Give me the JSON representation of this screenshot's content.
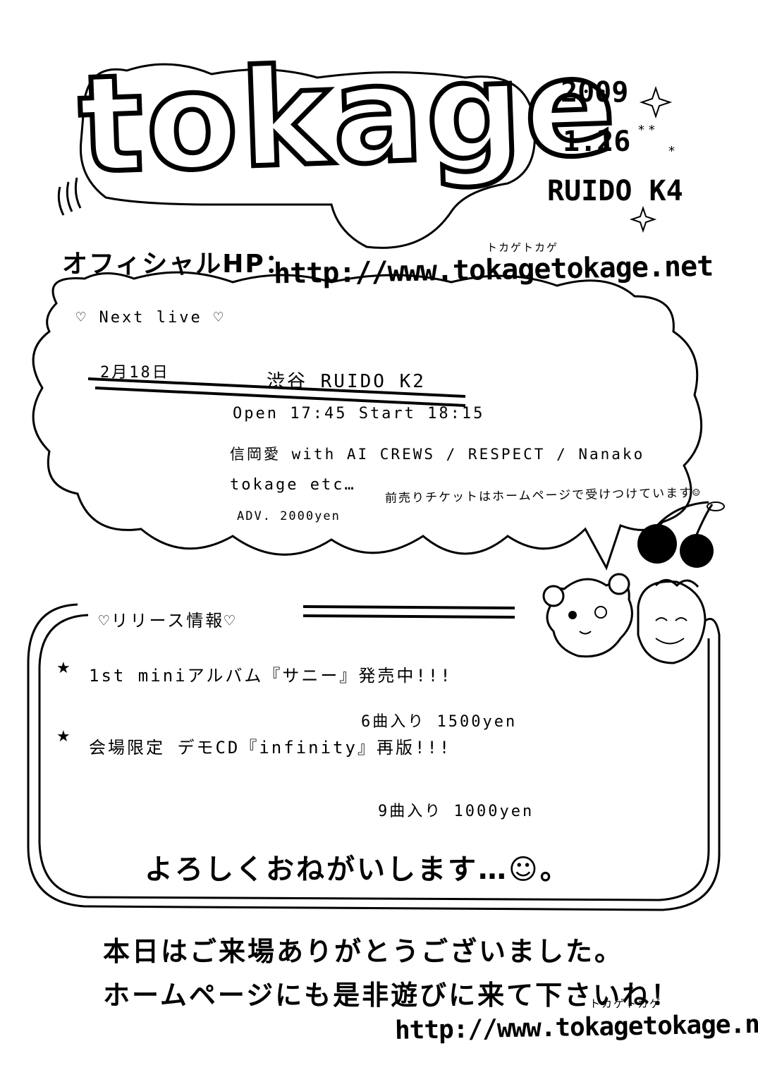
{
  "header": {
    "logo_text": "tokage",
    "year": "2009",
    "date": "1.26",
    "venue": "RUIDO K4"
  },
  "official_hp": {
    "label": "オフィシャルHP：",
    "url": "http://www.tokagetokage.net",
    "ruby": "トカゲトカゲ"
  },
  "next_live": {
    "heading": "♡ Next live ♡",
    "date": "2月18日",
    "venue": "渋谷 RUIDO K2",
    "times": "Open 17:45  Start 18:15",
    "lineup_line1": "信岡愛 with AI CREWS / RESPECT / Nanako",
    "lineup_line2": "tokage etc…",
    "price": "ADV. 2000yen",
    "ticket_note": "前売りチケットはホームページで受けつけています☺"
  },
  "release": {
    "heading": "♡リリース情報♡",
    "items": [
      {
        "title": "1st miniアルバム『サニー』発売中!!!",
        "detail": "6曲入り  1500yen"
      },
      {
        "title": "会場限定 デモCD『infinity』再版!!!",
        "detail": "9曲入り  1000yen"
      }
    ],
    "closing": "よろしくおねがいします…☺。"
  },
  "footer": {
    "thanks": "本日はご来場ありがとうございました。",
    "invite": "ホームページにも是非遊びに来て下さいね！",
    "url": "http://www.tokagetokage.net",
    "ruby": "トカゲトカゲ"
  }
}
